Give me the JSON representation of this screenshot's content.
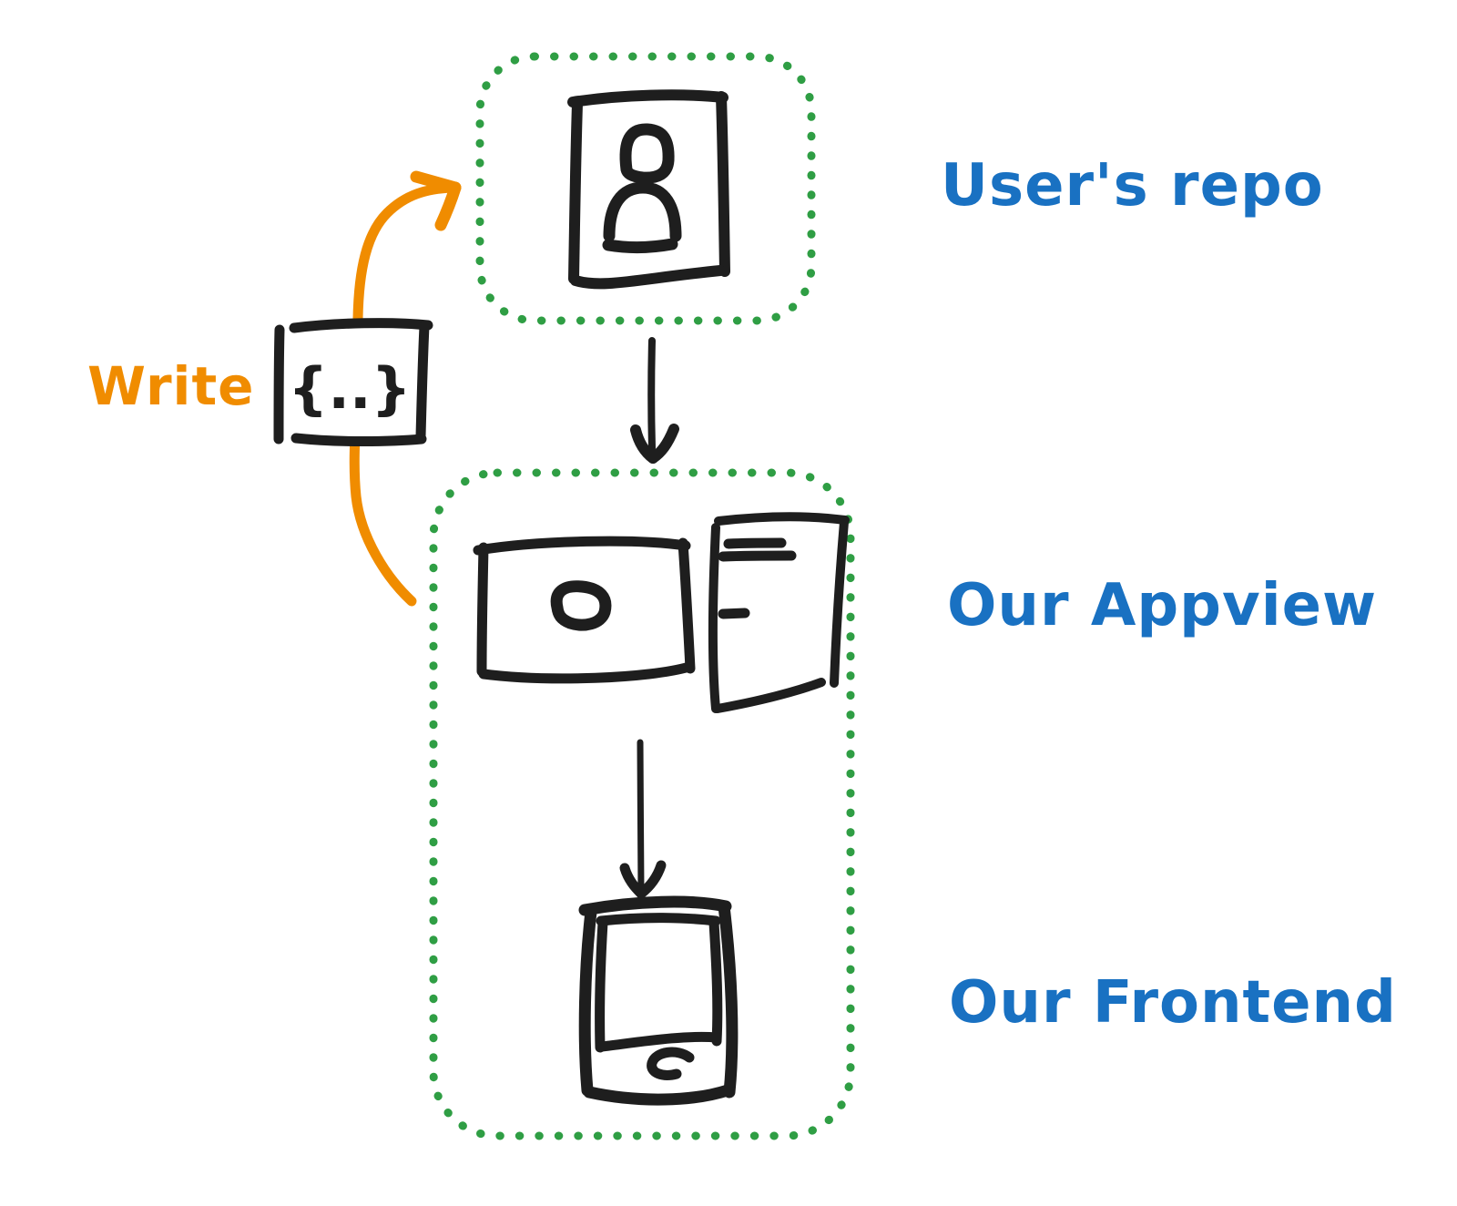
{
  "diagram": {
    "labels": {
      "write": "Write",
      "users_repo": "User's repo",
      "our_appview": "Our Appview",
      "our_frontend": "Our Frontend"
    },
    "icons": {
      "json_record_glyph": "{..}",
      "user_card": "person-card-icon",
      "record_viewer": "record-blob-window-icon",
      "document": "document-with-lines-icon",
      "tablet": "tablet-device-icon"
    },
    "colors": {
      "green": "#2f9e44",
      "blue": "#1971c2",
      "orange": "#f08c00",
      "ink": "#1e1e1e",
      "background": "#ffffff"
    }
  }
}
